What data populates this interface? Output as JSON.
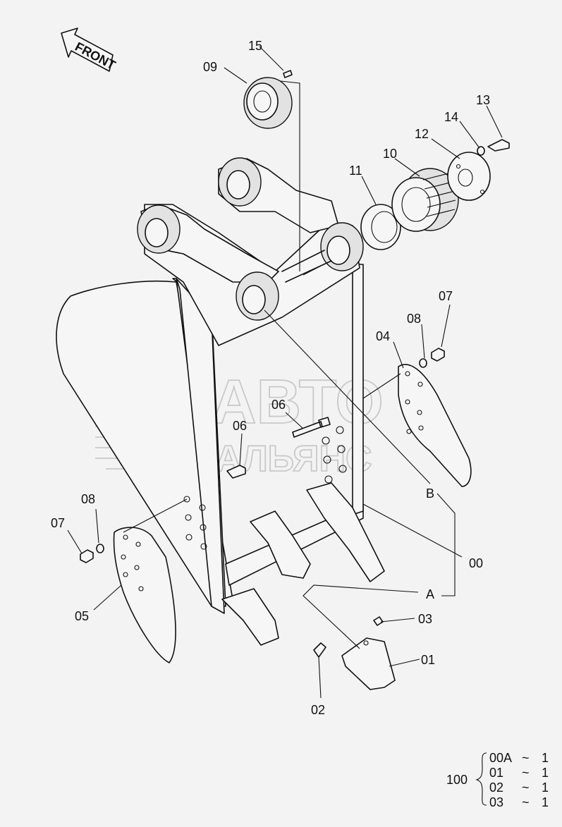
{
  "direction_label": "FRONT",
  "watermark": {
    "line1": "АВТО",
    "line2": "АЛЬЯНС"
  },
  "callouts": {
    "c00": "00",
    "c01": "01",
    "c02": "02",
    "c03": "03",
    "c04": "04",
    "c05": "05",
    "c06a": "06",
    "c06b": "06",
    "c07a": "07",
    "c07b": "07",
    "c08a": "08",
    "c08b": "08",
    "c09": "09",
    "c10": "10",
    "c11": "11",
    "c12": "12",
    "c13": "13",
    "c14": "14",
    "c15": "15",
    "cA": "A",
    "cB": "B"
  },
  "assembly_table": {
    "ref": "100",
    "rows": [
      {
        "part": "00A",
        "sep": "~",
        "qty": "1"
      },
      {
        "part": "01",
        "sep": "~",
        "qty": "1"
      },
      {
        "part": "02",
        "sep": "~",
        "qty": "1"
      },
      {
        "part": "03",
        "sep": "~",
        "qty": "1"
      }
    ]
  }
}
